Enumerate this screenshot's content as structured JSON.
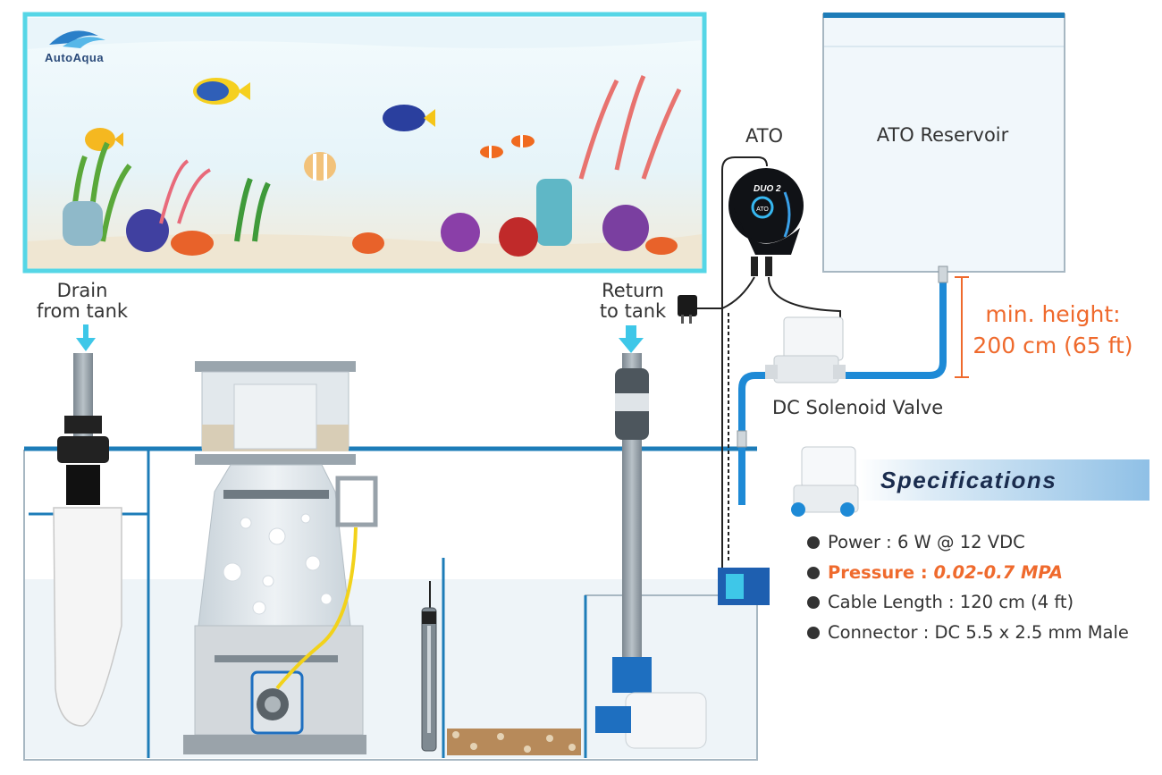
{
  "brand": {
    "logo_text": "AutoAqua"
  },
  "labels": {
    "drain": [
      "Drain",
      "from tank"
    ],
    "return": [
      "Return",
      "to tank"
    ],
    "ato": "ATO",
    "ato_unit_text": "DUO 2",
    "ato_button": "ATO",
    "reservoir": "ATO Reservoir",
    "min_height": [
      "min. height:",
      "200 cm (65 ft)"
    ],
    "valve": "DC Solenoid Valve"
  },
  "specifications": {
    "title": "Specifications",
    "items": [
      {
        "label": "Power",
        "value": "6 W @ 12 VDC",
        "highlight": false
      },
      {
        "label": "Pressure",
        "value": "0.02-0.7 MPA",
        "highlight": true
      },
      {
        "label": "Cable Length",
        "value": "120 cm (4 ft)",
        "highlight": false
      },
      {
        "label": "Connector",
        "value": "DC 5.5 x 2.5 mm Male",
        "highlight": false
      }
    ]
  },
  "colors": {
    "tank_frame": "#55d6e6",
    "water_line": "#1d7cb8",
    "hose_blue": "#1e8ad6",
    "accent_orange": "#ef6a2d",
    "spec_banner": "#1a2c4e"
  }
}
